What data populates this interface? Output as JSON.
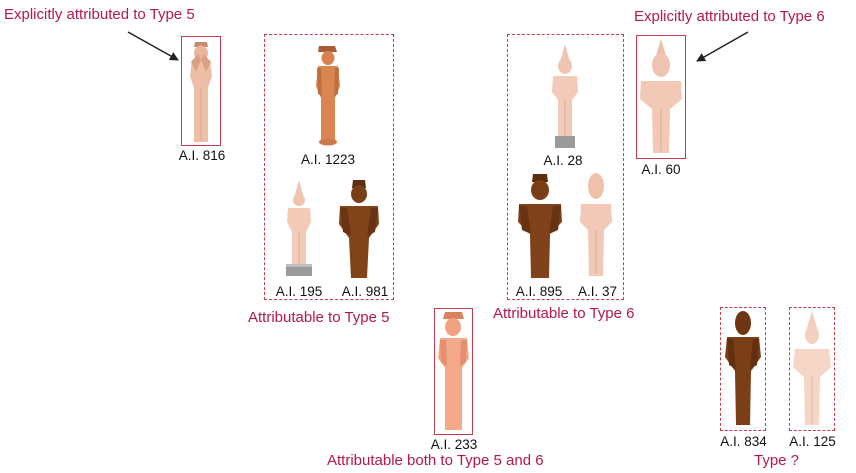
{
  "colors": {
    "label": "#b5174f",
    "frame": "#c43b4e",
    "light_clay": "#f0c5b0",
    "orange_clay": "#d9824f",
    "dark_clay": "#7b3f17",
    "base_gray": "#9a9a9a"
  },
  "labels": {
    "explicit_type5": "Explicitly attributed to Type 5",
    "explicit_type6": "Explicitly attributed to Type 6",
    "attr_type5": "Attributable to Type 5",
    "attr_type6": "Attributable to Type 6",
    "attr_both": "Attributable both to Type 5 and 6",
    "type_unknown": "Type ?"
  },
  "figurines": {
    "ai816": "A.I. 816",
    "ai1223": "A.I. 1223",
    "ai195": "A.I. 195",
    "ai981": "A.I. 981",
    "ai28": "A.I. 28",
    "ai895": "A.I. 895",
    "ai37": "A.I. 37",
    "ai60": "A.I. 60",
    "ai233": "A.I. 233",
    "ai834": "A.I. 834",
    "ai125": "A.I. 125"
  }
}
